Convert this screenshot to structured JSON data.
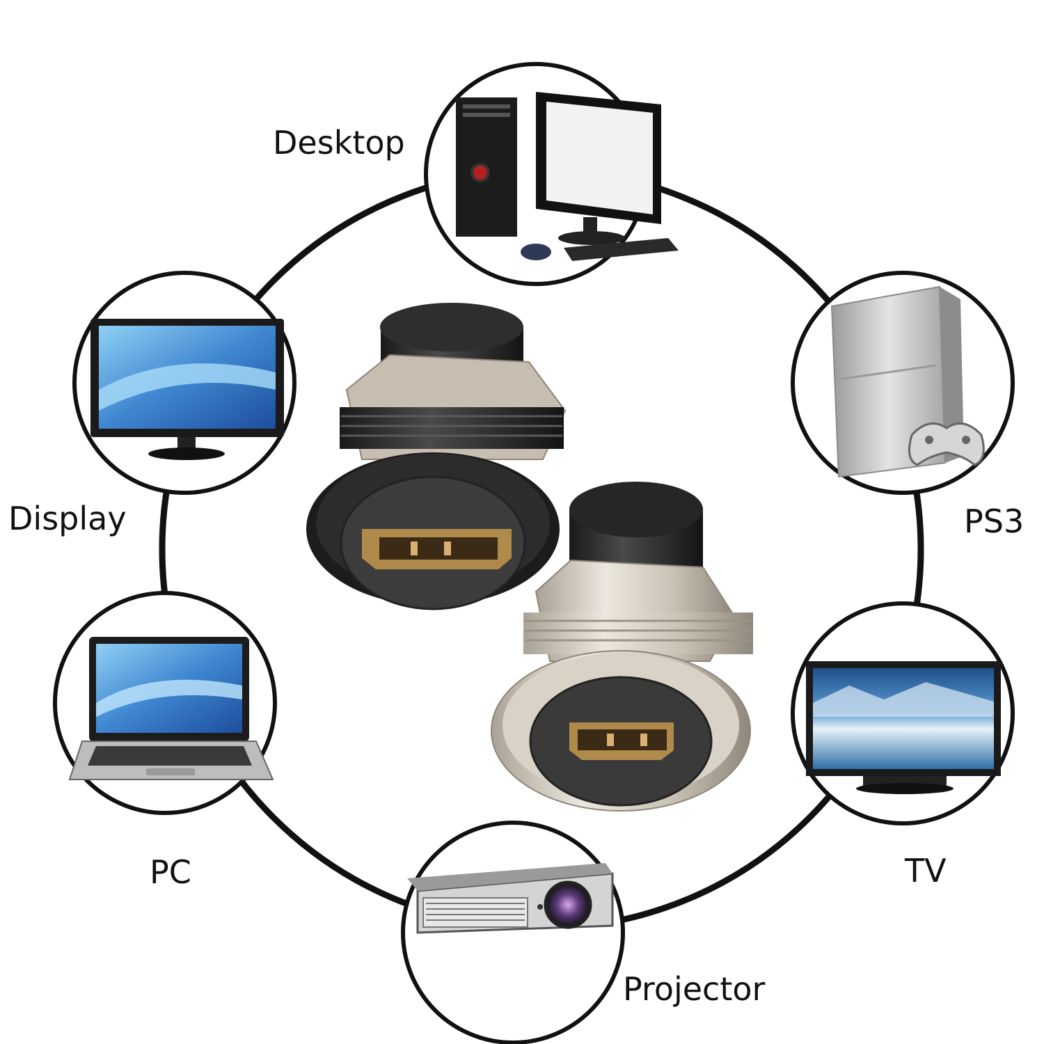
{
  "devices": [
    {
      "id": "desktop",
      "label": "Desktop",
      "icon": "desktop-computer-icon"
    },
    {
      "id": "ps3",
      "label": "PS3",
      "icon": "game-console-icon"
    },
    {
      "id": "tv",
      "label": "TV",
      "icon": "television-icon"
    },
    {
      "id": "projector",
      "label": "Projector",
      "icon": "projector-icon"
    },
    {
      "id": "pc",
      "label": "PC",
      "icon": "laptop-icon"
    },
    {
      "id": "display",
      "label": "Display",
      "icon": "monitor-icon"
    }
  ],
  "center": {
    "icons": [
      "black-hdmi-panel-connector-icon",
      "silver-hdmi-panel-connector-icon"
    ]
  },
  "colors": {
    "ring": "#111111",
    "screen": "#3f86d0",
    "connector_black": "#2a2a2a",
    "connector_silver": "#cfc8bd",
    "port_gold": "#b08a4a"
  }
}
